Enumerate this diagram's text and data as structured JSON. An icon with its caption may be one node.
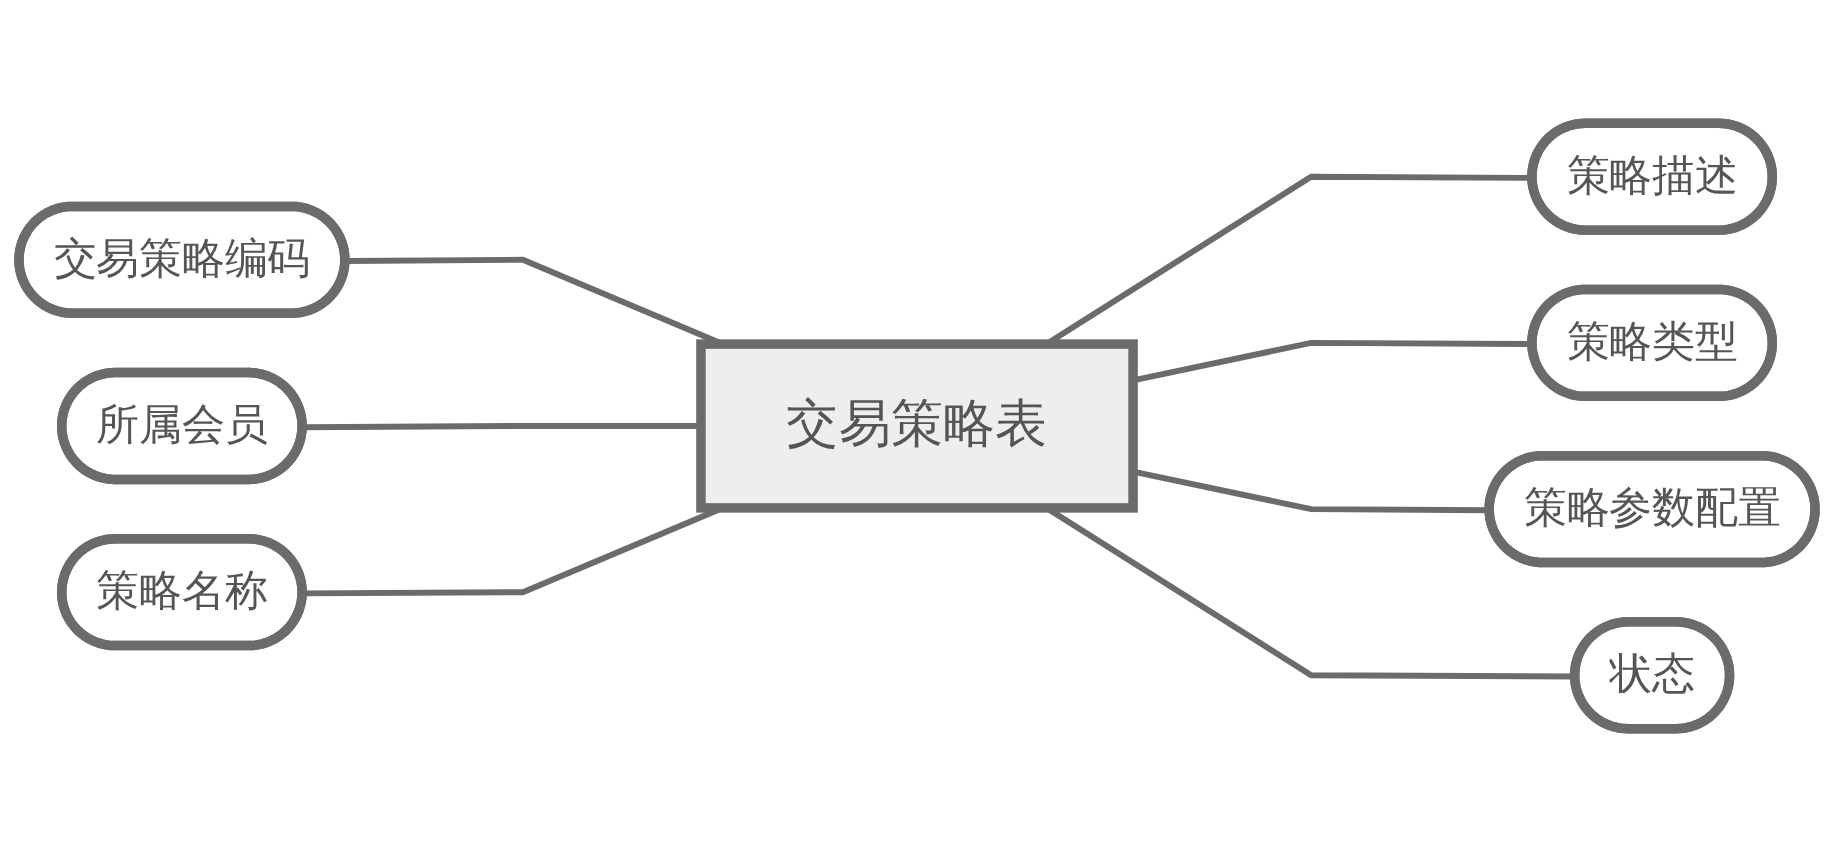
{
  "diagram": {
    "nodes": [
      {
        "text": [
          "交易策略编码"
        ]
      },
      {
        "text": [
          "所属会员"
        ]
      },
      {
        "text": [
          "策略名称"
        ]
      },
      {
        "text": [
          "交易策略表"
        ]
      },
      {
        "text": [
          "策略描述"
        ]
      },
      {
        "text": [
          "策略类型"
        ]
      },
      {
        "text": [
          "策略参数配置"
        ]
      },
      {
        "text": [
          "状态"
        ]
      }
    ],
    "edges": [
      {
        "from": 0,
        "to": 3,
        "arrow": "none"
      },
      {
        "from": 1,
        "to": 3,
        "arrow": "none"
      },
      {
        "from": 2,
        "to": 3,
        "arrow": "none"
      },
      {
        "from": 3,
        "to": 4,
        "arrow": "none"
      },
      {
        "from": 3,
        "to": 5,
        "arrow": "none"
      },
      {
        "from": 3,
        "to": 6,
        "arrow": "none"
      },
      {
        "from": 3,
        "to": 7,
        "arrow": "none"
      }
    ]
  }
}
